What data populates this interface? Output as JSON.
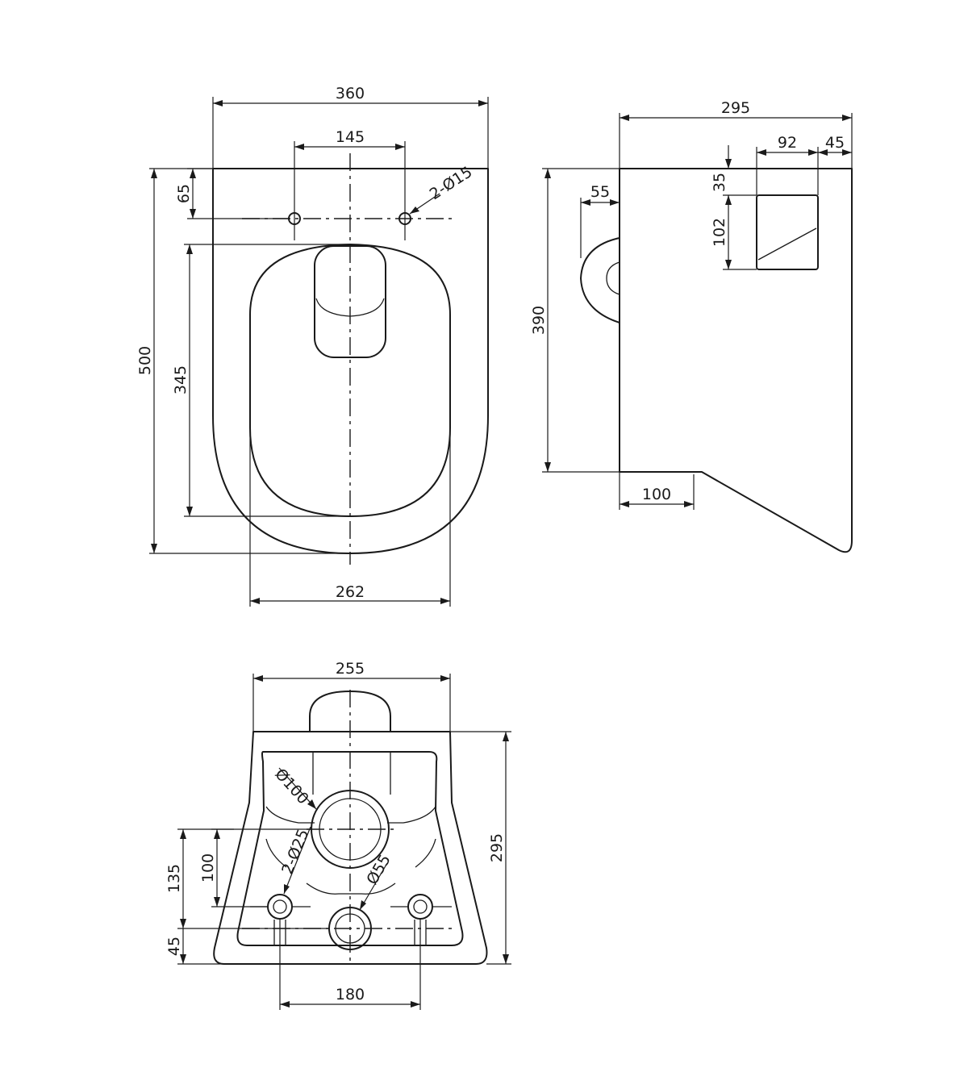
{
  "colors": {
    "line": "#1a1a1a",
    "background": "#ffffff"
  },
  "top_view": {
    "overall_width": "360",
    "hole_spacing": "145",
    "hole_note": "2-Ø15",
    "hole_offset": "65",
    "overall_length": "500",
    "seat_length": "345",
    "bottom_width": "262"
  },
  "side_view": {
    "overall_depth": "295",
    "block_width": "92",
    "block_offset": "45",
    "block_top": "35",
    "block_height": "102",
    "pipe_projection": "55",
    "height": "390",
    "foot_length": "100"
  },
  "rear_view": {
    "top_width": "255",
    "height": "295",
    "outlet_note": "Ø100",
    "bolt_note": "2-Ø25",
    "inlet_note": "Ø55",
    "bolt_height": "135",
    "mid_height": "100",
    "base_offset": "45",
    "bolt_spacing": "180"
  }
}
